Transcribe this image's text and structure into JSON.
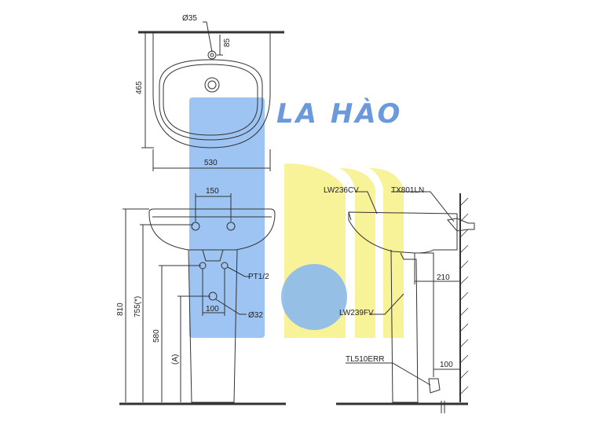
{
  "watermark": {
    "brand_text": "LA HÀO"
  },
  "top_view": {
    "hole_diameter": "Ø35",
    "hole_offset": "85",
    "depth": "465",
    "width": "530"
  },
  "front_view": {
    "tap_spacing": "150",
    "thread": "PT1/2",
    "drain_diameter": "Ø32",
    "drain_spacing": "100",
    "height_total": "810",
    "height_rim": "755(*)",
    "height_drain": "580",
    "height_a": "(A)"
  },
  "side_view": {
    "basin_code": "LW236CV",
    "bracket_code": "TX801LN",
    "pedestal_code": "LW239FV",
    "trap_code": "TL510ERR",
    "projection": "210",
    "wall_gap": "100"
  },
  "colors": {
    "watermark_blue": "#7fb2ee",
    "watermark_yellow": "#f6ef7a",
    "logo_blue": "#5b8fd8",
    "line": "#333333"
  }
}
